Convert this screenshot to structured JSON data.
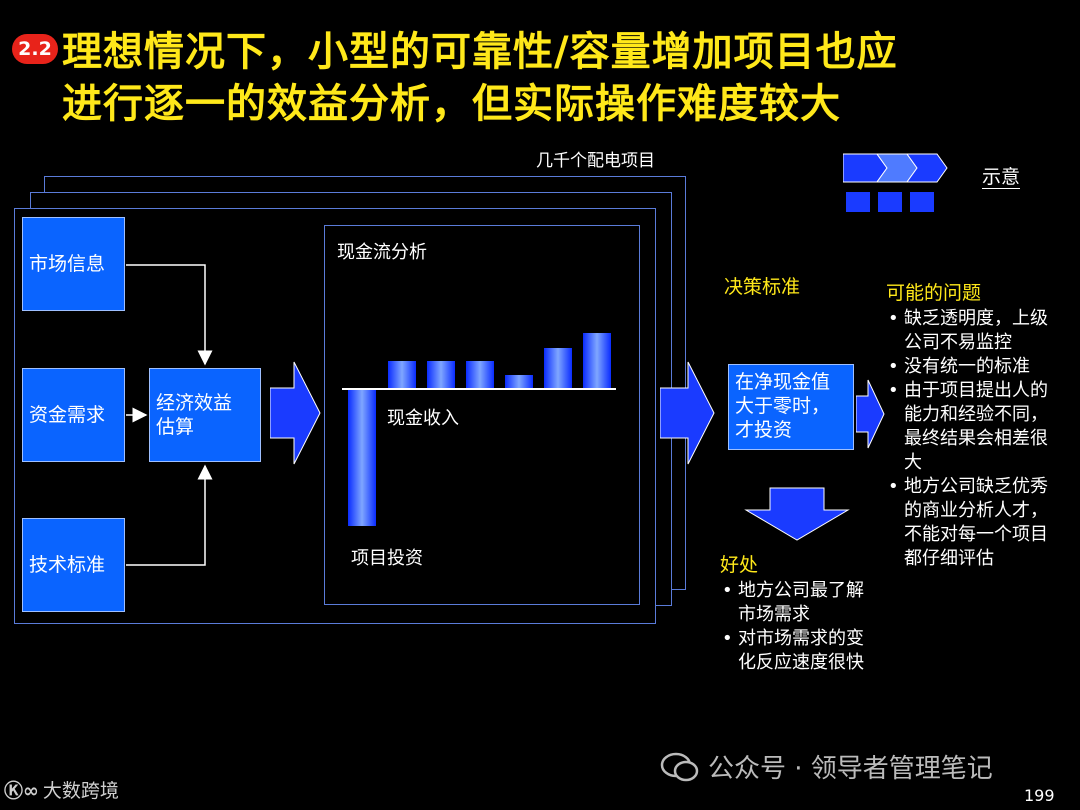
{
  "header": {
    "badge": "2.2",
    "title_line1": "理想情况下，小型的可靠性/容量增加项目也应",
    "title_line2": "进行逐一的效益分析，但实际操作难度较大"
  },
  "legend": {
    "label": "示意"
  },
  "stack_caption": "几千个配电项目",
  "inputs": {
    "market": "市场信息",
    "capital": "资金需求",
    "tech": "技术标准"
  },
  "estimate_label": "经济效益\n估算",
  "cashflow": {
    "title": "现金流分析",
    "income_label": "现金收入",
    "invest_label": "项目投资"
  },
  "decision": {
    "label": "决策标准",
    "box_text": "在净现金值\n大于零时，\n才投资"
  },
  "benefits": {
    "heading": "好处",
    "items": [
      "地方公司最了解市场需求",
      "对市场需求的变化反应速度很快"
    ]
  },
  "problems": {
    "heading": "可能的问题",
    "items": [
      "缺乏透明度，上级公司不易监控",
      "没有统一的标准",
      "由于项目提出人的能力和经验不同，最终结果会相差很大",
      "地方公司缺乏优秀的商业分析人才，不能对每一个项目都仔细评估"
    ]
  },
  "footer": {
    "brand": "大数跨境",
    "wechat": "公众号 · 领导者管理笔记",
    "page_number": "199"
  },
  "colors": {
    "title": "#ffe81a",
    "box": "#0a64ff",
    "badge": "#e8231a",
    "frame": "#5a7bd9"
  }
}
